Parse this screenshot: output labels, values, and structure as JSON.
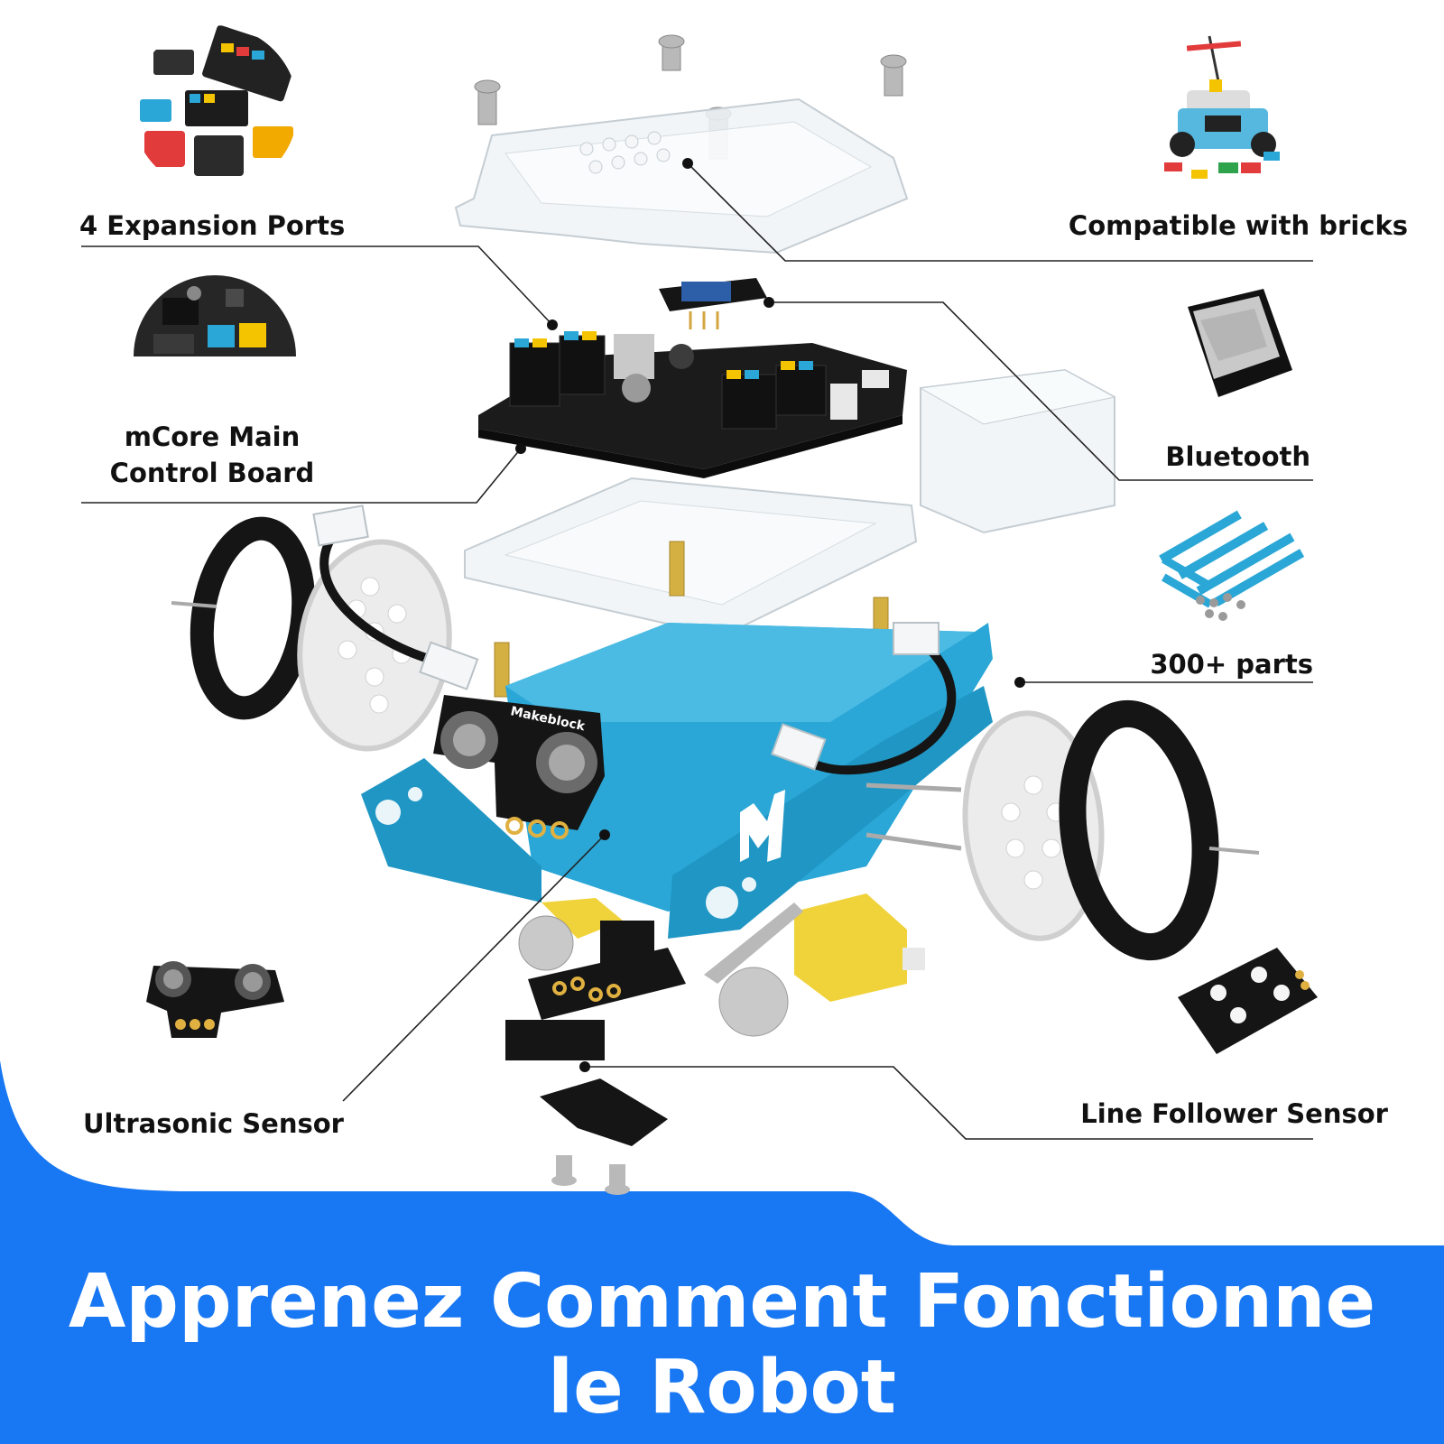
{
  "labels": {
    "expansion_ports": "4 Expansion Ports",
    "main_board_line1": "mCore Main",
    "main_board_line2": "Control Board",
    "ultrasonic": "Ultrasonic Sensor",
    "bricks": "Compatible with bricks",
    "bluetooth": "Bluetooth",
    "parts": "300+ parts",
    "line_follower": "Line Follower Sensor"
  },
  "markings": {
    "brand_sensor": "Makeblock"
  },
  "headline": {
    "line1": "Apprenez Comment Fonctionne",
    "line2": "le Robot"
  },
  "colors": {
    "banner_blue": "#1877f2",
    "chassis_blue": "#2aa7d6",
    "board_black": "#1b1b1b",
    "motor_yellow": "#f0d23a",
    "tire_black": "#151515",
    "gear_white": "#ececec"
  },
  "icons": [
    "expansion-ports-photo-icon",
    "main-board-photo-icon",
    "ultrasonic-photo-icon",
    "bricks-robot-photo-icon",
    "bluetooth-module-photo-icon",
    "parts-photo-icon",
    "line-follower-photo-icon"
  ]
}
